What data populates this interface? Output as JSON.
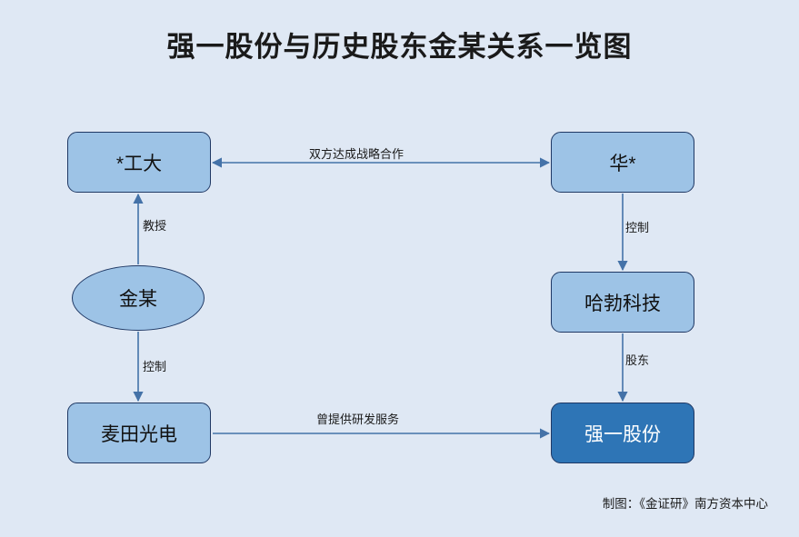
{
  "title": "强一股份与历史股东金某关系一览图",
  "footer": "制图：《金证研》南方资本中心",
  "colors": {
    "background": "#dfe8f4",
    "node_fill": "#9dc3e6",
    "node_border": "#1f3864",
    "highlight_fill": "#2e75b6",
    "highlight_text": "#ffffff",
    "edge_line": "#4472a8",
    "text": "#1a1a1a"
  },
  "nodes": [
    {
      "id": "gongda",
      "label": "*工大",
      "shape": "rounded-rect",
      "highlight": false
    },
    {
      "id": "hua",
      "label": "华*",
      "shape": "rounded-rect",
      "highlight": false
    },
    {
      "id": "jinmou",
      "label": "金某",
      "shape": "ellipse",
      "highlight": false
    },
    {
      "id": "habo",
      "label": "哈勃科技",
      "shape": "rounded-rect",
      "highlight": false
    },
    {
      "id": "maitian",
      "label": "麦田光电",
      "shape": "rounded-rect",
      "highlight": false
    },
    {
      "id": "qiangyi",
      "label": "强一股份",
      "shape": "rounded-rect",
      "highlight": true
    }
  ],
  "edges": [
    {
      "id": "strategic",
      "from": "gongda",
      "to": "hua",
      "label": "双方达成战略合作",
      "direction": "both"
    },
    {
      "id": "professor",
      "from": "jinmou",
      "to": "gongda",
      "label": "教授",
      "direction": "up"
    },
    {
      "id": "control-l",
      "from": "jinmou",
      "to": "maitian",
      "label": "控制",
      "direction": "down"
    },
    {
      "id": "control-r",
      "from": "hua",
      "to": "habo",
      "label": "控制",
      "direction": "down"
    },
    {
      "id": "shareholder",
      "from": "habo",
      "to": "qiangyi",
      "label": "股东",
      "direction": "down"
    },
    {
      "id": "rnd",
      "from": "maitian",
      "to": "qiangyi",
      "label": "曾提供研发服务",
      "direction": "right"
    }
  ]
}
